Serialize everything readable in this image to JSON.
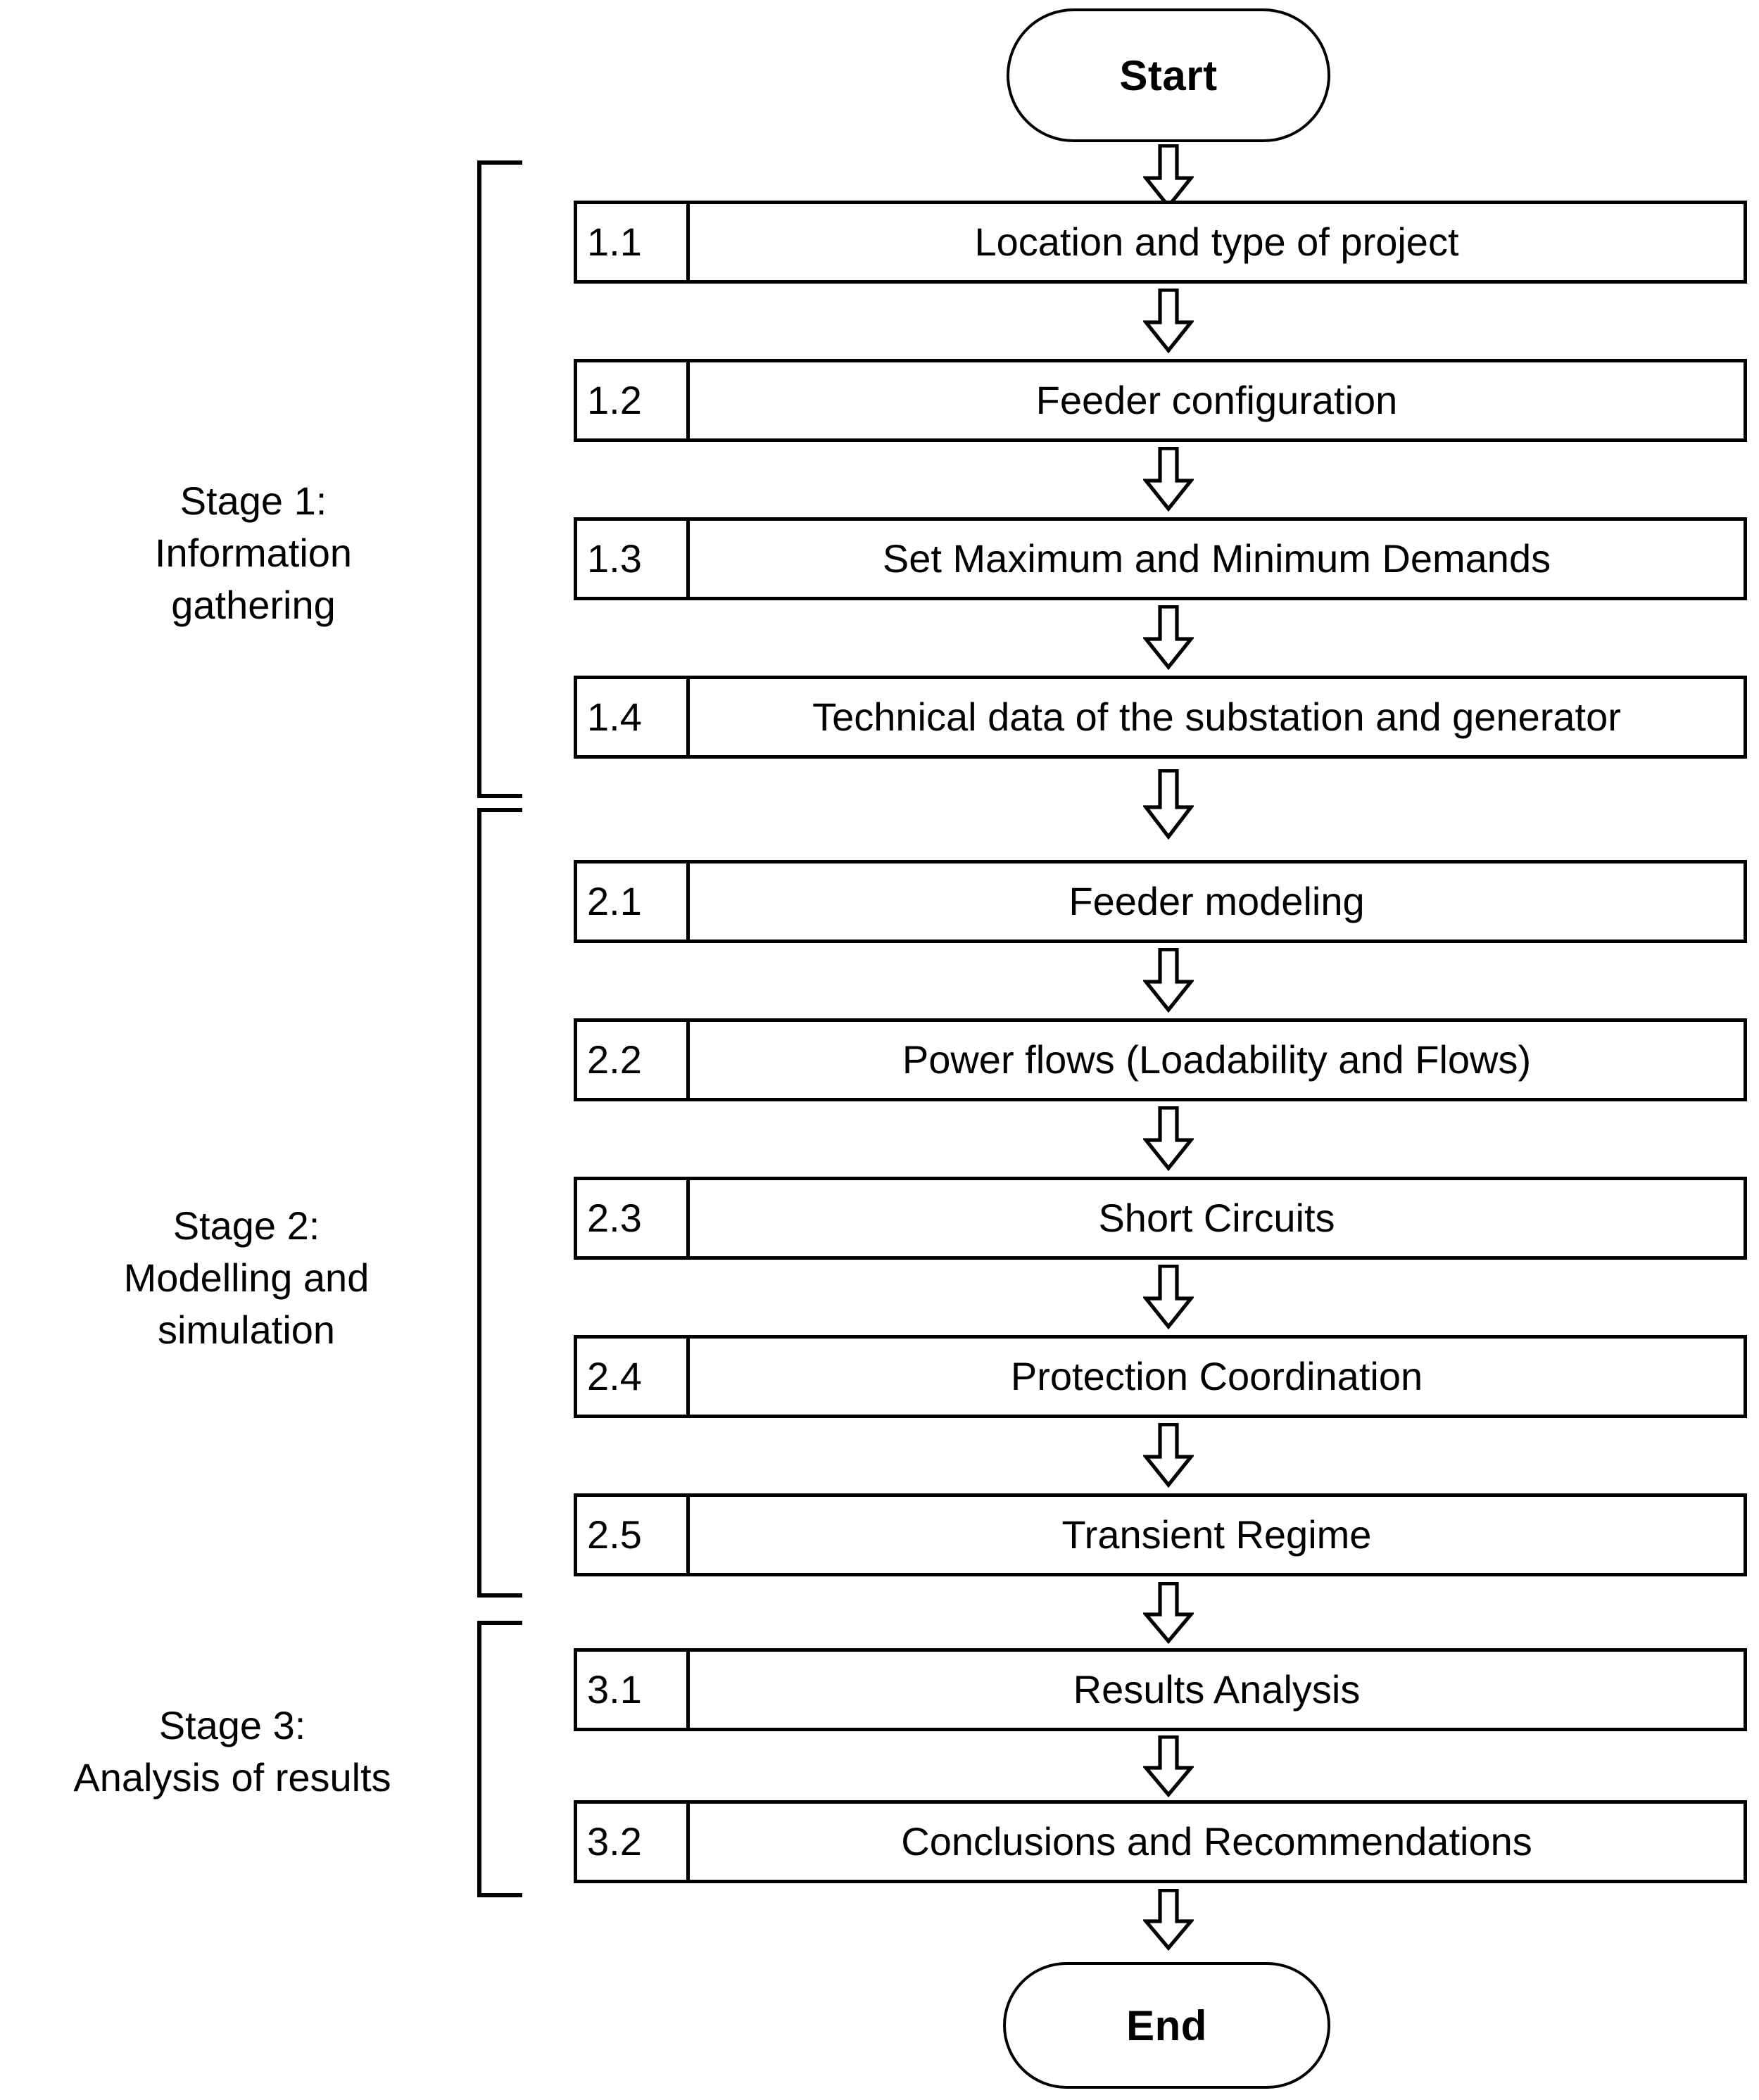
{
  "diagram": {
    "title_start": "Start",
    "title_end": "End",
    "arrow_icon": "down-block-arrow-icon",
    "stages": [
      {
        "id": "stage-1",
        "caption": "Stage 1:\nInformation\ngathering",
        "steps": [
          {
            "index": "1.1",
            "label": "Location and type of project"
          },
          {
            "index": "1.2",
            "label": "Feeder configuration"
          },
          {
            "index": "1.3",
            "label": "Set Maximum and Minimum Demands"
          },
          {
            "index": "1.4",
            "label": "Technical data of the substation and generator"
          }
        ]
      },
      {
        "id": "stage-2",
        "caption": "Stage 2:\nModelling and\nsimulation",
        "steps": [
          {
            "index": "2.1",
            "label": "Feeder modeling"
          },
          {
            "index": "2.2",
            "label": "Power flows (Loadability and Flows)"
          },
          {
            "index": "2.3",
            "label": "Short Circuits"
          },
          {
            "index": "2.4",
            "label": "Protection Coordination"
          },
          {
            "index": "2.5",
            "label": "Transient Regime"
          }
        ]
      },
      {
        "id": "stage-3",
        "caption": "Stage 3:\nAnalysis of results",
        "steps": [
          {
            "index": "3.1",
            "label": "Results Analysis"
          },
          {
            "index": "3.2",
            "label": "Conclusions and Recommendations"
          }
        ]
      }
    ],
    "colors": {
      "stroke": "#000000",
      "fill": "#ffffff",
      "text": "#000000"
    }
  }
}
